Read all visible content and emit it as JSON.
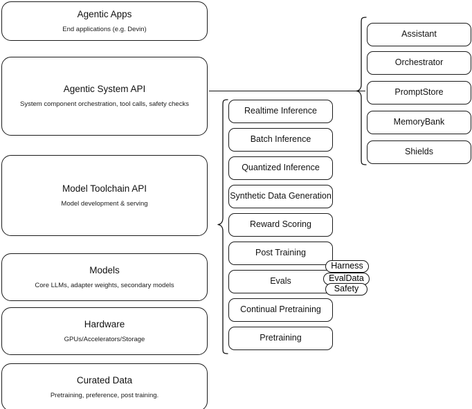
{
  "diagram": {
    "title": "Agentic stack layered architecture",
    "colors": {
      "stroke": "#111111",
      "background": "#ffffff",
      "text": "#111111"
    },
    "layers": [
      {
        "title": "Agentic Apps",
        "subtitle": "End applications (e.g. Devin)"
      },
      {
        "title": "Agentic System API",
        "subtitle": "System component orchestration, tool calls, safety checks"
      },
      {
        "title": "Model Toolchain API",
        "subtitle": "Model development & serving"
      },
      {
        "title": "Models",
        "subtitle": "Core LLMs, adapter weights, secondary models"
      },
      {
        "title": "Hardware",
        "subtitle": "GPUs/Accelerators/Storage"
      },
      {
        "title": "Curated Data",
        "subtitle": "Pretraining, preference, post training."
      }
    ],
    "toolchain_column": {
      "parent": "Model Toolchain API",
      "items": [
        {
          "label": "Realtime Inference"
        },
        {
          "label": "Batch Inference"
        },
        {
          "label": "Quantized Inference"
        },
        {
          "label": "Synthetic Data Generation"
        },
        {
          "label": "Reward Scoring"
        },
        {
          "label": "Post Training"
        },
        {
          "label": "Evals"
        },
        {
          "label": "Continual Pretraining"
        },
        {
          "label": "Pretraining"
        }
      ]
    },
    "evals_tags": [
      {
        "label": "Harness"
      },
      {
        "label": "EvalData"
      },
      {
        "label": "Safety"
      }
    ],
    "system_column": {
      "parent": "Agentic System API",
      "items": [
        {
          "label": "Assistant"
        },
        {
          "label": "Orchestrator"
        },
        {
          "label": "PromptStore"
        },
        {
          "label": "MemoryBank"
        },
        {
          "label": "Shields"
        }
      ]
    }
  }
}
